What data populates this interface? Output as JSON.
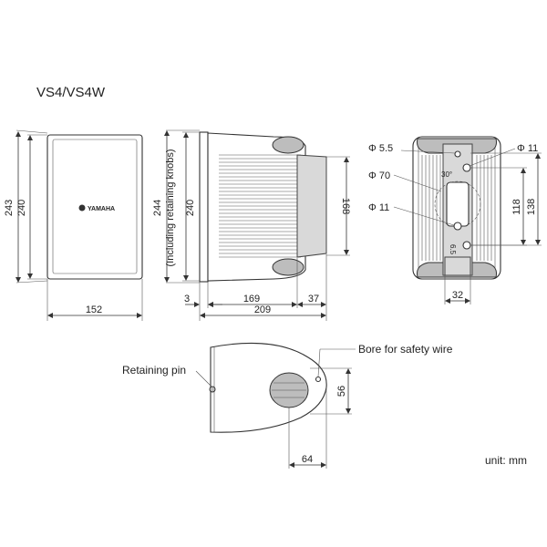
{
  "title": "VS4/VS4W",
  "logo_text": "YAMAHA",
  "unit_label": "unit: mm",
  "front_view": {
    "dim_outer_height": "243",
    "dim_inner_height": "240",
    "dim_width": "152"
  },
  "side_view": {
    "dim_height_knobs": "244",
    "dim_height_knobs_note": "(Including retaining knobs)",
    "dim_height": "240",
    "dim_bracket_height": "168",
    "dim_front": "3",
    "dim_depth": "169",
    "dim_bracket_depth": "37",
    "dim_total_depth": "209"
  },
  "rear_view": {
    "dim_hole_small": "Φ 5.5",
    "dim_hole_top": "Φ 11",
    "dim_circle": "Φ 70",
    "dim_hole_mid": "Φ 11",
    "dim_spacing_118": "118",
    "dim_spacing_138": "138",
    "dim_width_32": "32",
    "angle_label": "30°",
    "offset_label": "6.5"
  },
  "bottom_view": {
    "label_retaining_pin": "Retaining pin",
    "label_safety_wire": "Bore for safety wire",
    "dim_56": "56",
    "dim_64": "64"
  }
}
